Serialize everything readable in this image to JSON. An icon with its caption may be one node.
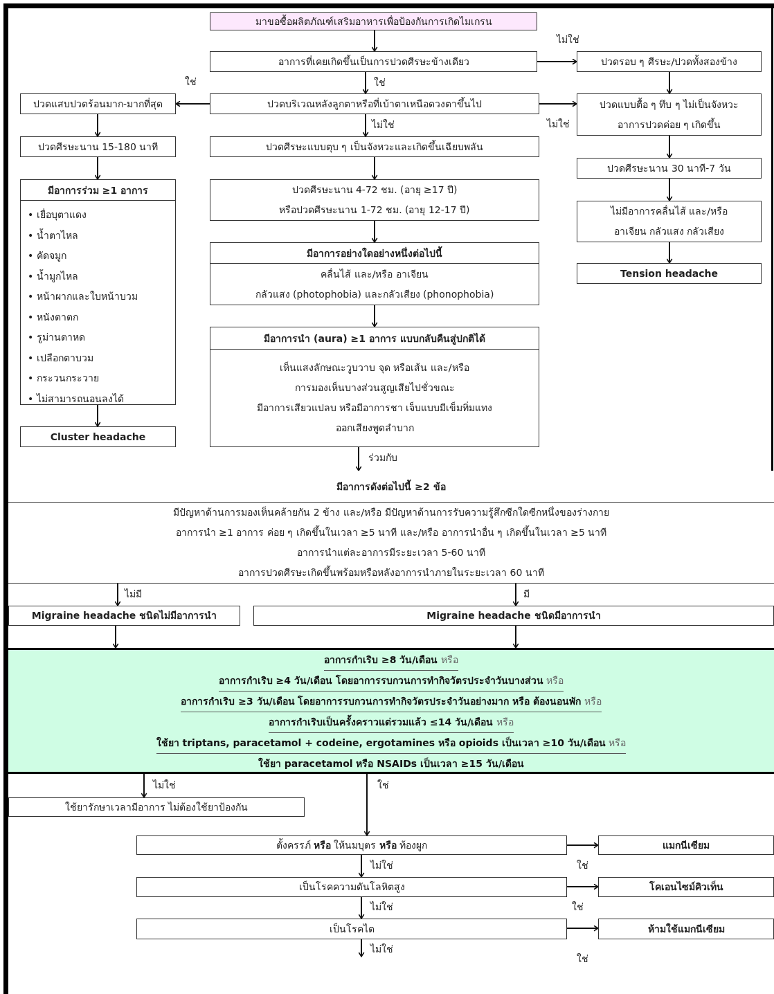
{
  "diagram": {
    "nodes": [
      {
        "text": [
          "มาขอซื้อผลิตภัณฑ์เสริมอาหารเพื่อป้องกันการเกิดไมเกรน"
        ]
      },
      {
        "text": [
          "อาการที่เคยเกิดขึ้นเป็นการปวดศีรษะข้างเดียว"
        ]
      },
      {
        "text": [
          "ปวดรอบ ๆ ศีรษะ/ปวดทั้งสองข้าง"
        ]
      },
      {
        "text": [
          "ปวดบริเวณหลังลูกตาหรือที่เบ้าตาเหนือดวงตาขึ้นไป"
        ]
      },
      {
        "text": [
          "ปวดแสบปวดร้อนมาก-มากที่สุด"
        ]
      },
      {
        "text": [
          "ปวดแบบตื้อ ๆ ทึบ ๆ ไม่เป็นจังหวะ",
          "อาการปวดค่อย ๆ เกิดขึ้น"
        ]
      },
      {
        "text": [
          "ปวดศีรษะนาน 15-180 นาที"
        ]
      },
      {
        "text": [
          "ปวดศีรษะแบบตุบ ๆ เป็นจังหวะและเกิดขึ้นเฉียบพลัน"
        ]
      },
      {
        "text": [
          "ปวดศีรษะนาน 30 นาที-7 วัน"
        ]
      },
      {
        "text": [
          "มีอาการร่วม ≥1 อาการ",
          "• เยื่อบุตาแดง",
          "• น้ำตาไหล",
          "• คัดจมูก",
          "• น้ำมูกไหล",
          "• หน้าผากและใบหน้าบวม",
          "• หนังตาตก",
          "• รูม่านตาหด",
          "• เปลือกตาบวม",
          "• กระวนกระวาย",
          "• ไม่สามารถนอนลงได้"
        ]
      },
      {
        "text": [
          "ปวดศีรษะนาน 4-72 ชม. (อายุ ≥17 ปี)",
          "หรือปวดศีรษะนาน 1-72 ชม. (อายุ 12-17 ปี)"
        ]
      },
      {
        "text": [
          "ไม่มีอาการคลื่นไส้ และ/หรือ",
          "อาเจียน กลัวแสง กลัวเสียง"
        ]
      },
      {
        "text": [
          "มีอาการอย่างใดอย่างหนึ่งต่อไปนี้",
          "คลื่นไส้ และ/หรือ อาเจียน",
          "กลัวแสง (photophobia) และกลัวเสียง (phonophobia)"
        ]
      },
      {
        "text": [
          "Tension headache"
        ]
      },
      {
        "text": [
          "Cluster headache"
        ]
      },
      {
        "text": [
          "มีอาการนำ (aura) ≥1 อาการ แบบกลับคืนสู่ปกติได้",
          "เห็นแสงลักษณะวูบวาบ จุด หรือเส้น และ/หรือ",
          "การมองเห็นบางส่วนสูญเสียไปชั่วขณะ",
          "มีอาการเสียวแปลบ หรือมีอาการชา เจ็บแบบมีเข็มทิ่มแทง",
          "ออกเสียงพูดลำบาก"
        ]
      },
      {
        "text": [
          "**มีอาการดังต่อไปนี้** ≥2 ข้อ",
          "มีปัญหาด้านการมองเห็นคล้ายกัน 2 ข้าง และ/หรือ มีปัญหาด้านการรับความรู้สึกซีกใดซีกหนึ่งของร่างกาย",
          "อาการนำ ≥1 อาการ ค่อย ๆ เกิดขึ้นในเวลา ≥5 นาที และ/หรือ อาการนำอื่น ๆ เกิดขึ้นในเวลา ≥5 นาที",
          "อาการนำแต่ละอาการมีระยะเวลา 5-60 นาที",
          "อาการปวดศีรษะเกิดขึ้นพร้อมหรือหลังอาการนำภายในระยะเวลา 60 นาที"
        ]
      },
      {
        "text": [
          "Migraine headache ชนิดไม่มีอาการนำ"
        ]
      },
      {
        "text": [
          "Migraine headache ชนิดมีอาการนำ"
        ]
      },
      {
        "text": [
          "**อาการกำเริบ ≥8 วัน/เดือน** หรือ",
          "**อาการกำเริบ ≥4 วัน/เดือน โดยอาการรบกวนการทำกิจวัตรประจำวันบางส่วน** หรือ",
          "**อาการกำเริบ ≥3 วัน/เดือน โดยอาการรบกวนการทำกิจวัตรประจำวันอย่างมาก หรือ ต้องนอนพัก** หรือ",
          "**อาการกำเริบเป็นครั้งคราวแต่รวมแล้ว ≤14 วัน/เดือน** หรือ",
          "**ใช้ยา triptans, paracetamol + codeine, ergotamines หรือ opioids เป็นเวลา ≥10 วัน/เดือน** หรือ",
          "**ใช้ยา paracetamol หรือ NSAIDs เป็นเวลา ≥15 วัน/เดือน**"
        ]
      },
      {
        "text": [
          "ใช้ยารักษาเวลามีอาการ ไม่ต้องใช้ยาป้องกัน"
        ]
      },
      {
        "text": [
          "ตั้งครรภ์ **หรือ** ให้นมบุตร **หรือ** ท้องผูก"
        ]
      },
      {
        "text": [
          "แมกนีเซียม"
        ]
      },
      {
        "text": [
          "เป็นโรคความดันโลหิตสูง"
        ]
      },
      {
        "text": [
          "โคเอนไซม์คิวเท็น"
        ]
      },
      {
        "text": [
          "เป็นโรคไต"
        ]
      },
      {
        "text": [
          "ห้ามใช้แมกนีเซียม"
        ]
      }
    ],
    "edges": [
      {
        "from": 0,
        "to": 1,
        "arrow": "to"
      },
      {
        "from": 1,
        "to": 2,
        "arrow": "to",
        "label": "ไม่ใช่"
      },
      {
        "from": 1,
        "to": 3,
        "arrow": "to",
        "label": "ใช่"
      },
      {
        "from": 3,
        "to": 4,
        "arrow": "to",
        "label": "ใช่"
      },
      {
        "from": 3,
        "to": 5,
        "arrow": "to",
        "label": "ไม่ใช่"
      },
      {
        "from": 3,
        "to": 7,
        "arrow": "to",
        "label": "ไม่ใช่"
      },
      {
        "from": 2,
        "to": 5,
        "arrow": "to"
      },
      {
        "from": 5,
        "to": 8,
        "arrow": "to"
      },
      {
        "from": 8,
        "to": 11,
        "arrow": "to"
      },
      {
        "from": 11,
        "to": 13,
        "arrow": "to"
      },
      {
        "from": 4,
        "to": 6,
        "arrow": "to"
      },
      {
        "from": 6,
        "to": 9,
        "arrow": "to"
      },
      {
        "from": 9,
        "to": 14,
        "arrow": "to"
      },
      {
        "from": 7,
        "to": 10,
        "arrow": "to"
      },
      {
        "from": 10,
        "to": 12,
        "arrow": "to"
      },
      {
        "from": 12,
        "to": 15,
        "arrow": "to"
      },
      {
        "from": 15,
        "to": 16,
        "arrow": "to",
        "label": "ร่วมกับ"
      },
      {
        "from": 16,
        "to": 17,
        "arrow": "to",
        "label": "ไม่มี"
      },
      {
        "from": 16,
        "to": 18,
        "arrow": "to",
        "label": "มี"
      },
      {
        "from": 17,
        "to": 19,
        "arrow": "to"
      },
      {
        "from": 18,
        "to": 19,
        "arrow": "to"
      },
      {
        "from": 19,
        "to": 20,
        "arrow": "to",
        "label": "ไม่ใช่"
      },
      {
        "from": 19,
        "to": 21,
        "arrow": "to",
        "label": "ใช่"
      },
      {
        "from": 21,
        "to": 22,
        "arrow": "to",
        "label": "ใช่"
      },
      {
        "from": 21,
        "to": 23,
        "arrow": "to",
        "label": "ไม่ใช่"
      },
      {
        "from": 23,
        "to": 24,
        "arrow": "to",
        "label": "ใช่"
      },
      {
        "from": 23,
        "to": 25,
        "arrow": "to",
        "label": "ไม่ใช่"
      },
      {
        "from": 25,
        "to": 26,
        "arrow": "to",
        "label": "ใช่"
      },
      {
        "from": 25,
        "to": null,
        "arrow": "to",
        "label": "ไม่ใช่"
      }
    ]
  }
}
